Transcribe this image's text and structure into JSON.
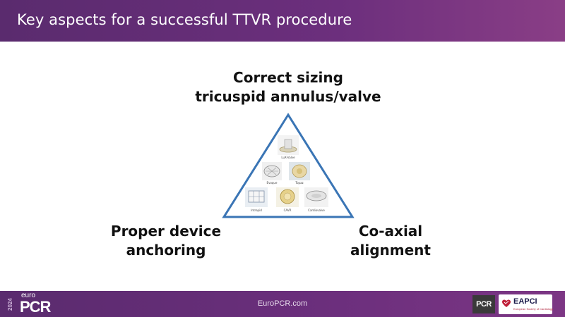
{
  "header": {
    "title": "Key aspects for a successful TTVR procedure"
  },
  "labels": {
    "top_line1": "Correct sizing",
    "top_line2": "tricuspid annulus/valve",
    "left_line1": "Proper device",
    "left_line2": "anchoring",
    "right_line1": "Co-axial",
    "right_line2": "alignment"
  },
  "devices": [
    {
      "caption": "LuX-Valve"
    },
    {
      "caption": "Evoque"
    },
    {
      "caption": "Topaz"
    },
    {
      "caption": "Intrepid"
    },
    {
      "caption": "CAVR"
    },
    {
      "caption": "Cardiovalve"
    }
  ],
  "footer": {
    "year": "2024",
    "euro": "euro",
    "pcr": "PCR",
    "url": "EuroPCR.com",
    "pcr_logo": "PCR",
    "eapci": "EAPCI",
    "eapci_sub": "European Society of Cardiology"
  },
  "colors": {
    "header": "#6c2f7d",
    "triangle_stroke": "#3a75b5"
  }
}
